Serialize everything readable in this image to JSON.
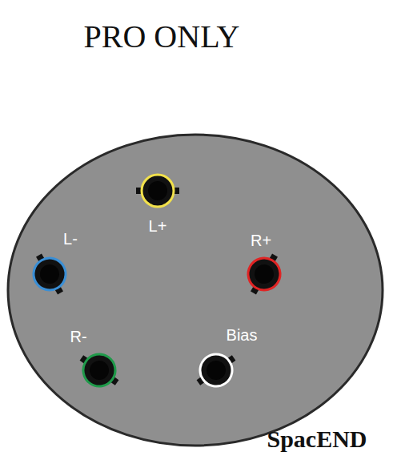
{
  "diagram": {
    "title": "PRO ONLY",
    "labels": [
      "L+",
      "L-",
      "R+",
      "R-",
      "Bias",
      "SpacEND"
    ]
  }
}
